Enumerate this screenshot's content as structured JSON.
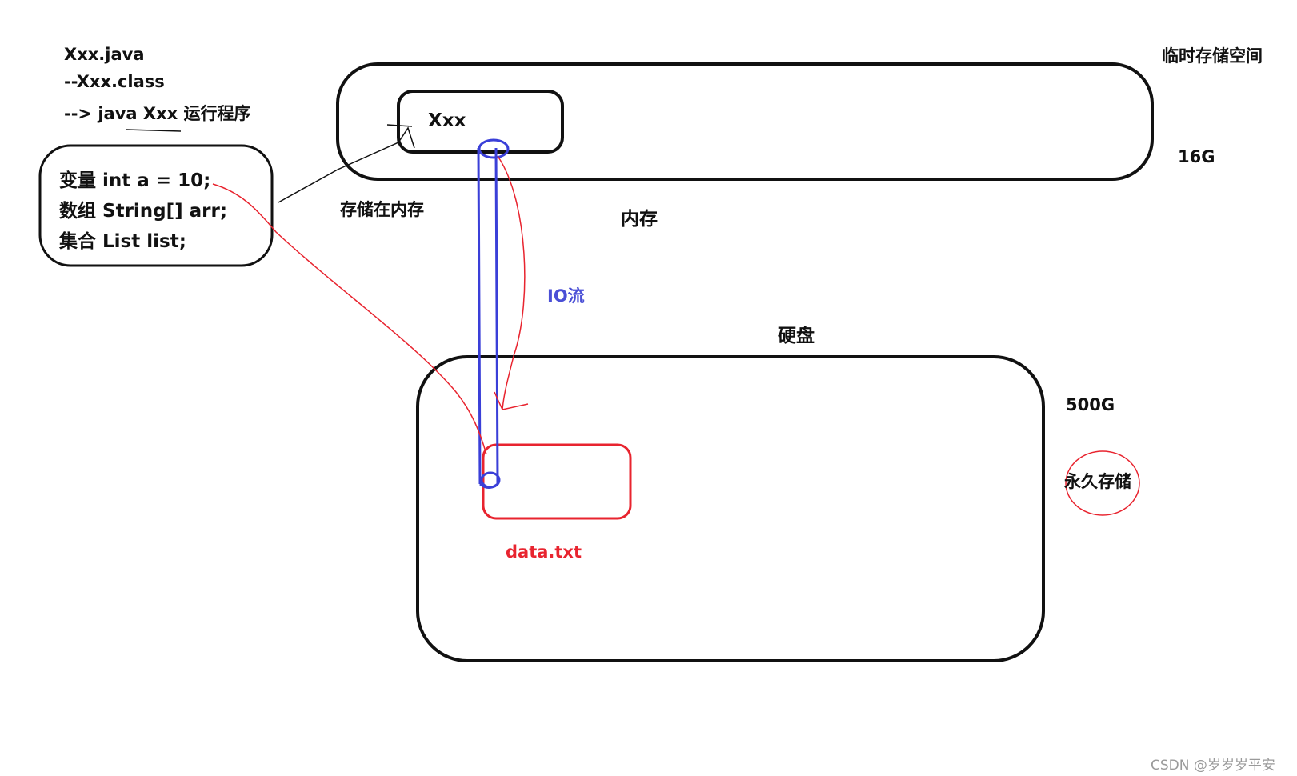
{
  "notes": {
    "line1": "Xxx.java",
    "line2": "--Xxx.class",
    "line3": "--> java Xxx  运行程序"
  },
  "code_box": {
    "line1": "变量 int a = 10;",
    "line2": "数组  String[] arr;",
    "line3": "集合 List list;"
  },
  "memory": {
    "inner_label": "Xxx",
    "store_label": "存储在内存",
    "name": "内存",
    "type_label": "临时存储空间",
    "size": "16G"
  },
  "io": {
    "label": "IO流"
  },
  "disk": {
    "name": "硬盘",
    "size": "500G",
    "type_label": "永久存储",
    "file_label": "data.txt"
  },
  "watermark": "CSDN @岁岁岁平安",
  "colors": {
    "outline": "#111111",
    "io_blue": "#3a3fd8",
    "file_red": "#e8242f"
  }
}
